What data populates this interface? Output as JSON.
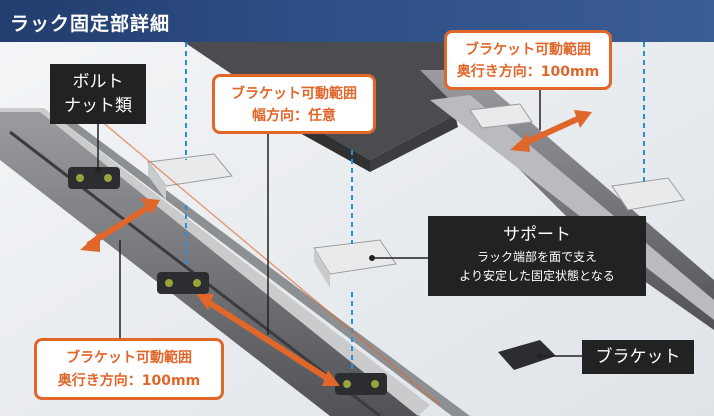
{
  "header": {
    "title": "ラック固定部詳細"
  },
  "labels": {
    "bolts_nuts": [
      "ボルト",
      "ナット類"
    ],
    "width_range": [
      "ブラケット可動範囲",
      "幅方向：任意"
    ],
    "depth_range_top": [
      "ブラケット可動範囲",
      "奥行き方向：100mm"
    ],
    "depth_range_bottom": [
      "ブラケット可動範囲",
      "奥行き方向：100mm"
    ],
    "support": {
      "title": "サポート",
      "desc": [
        "ラック端部を面で支え",
        "より安定した固定状態となる"
      ]
    },
    "bracket": "ブラケット"
  },
  "colors": {
    "header_bg": "#2a477c",
    "accent_orange": "#e0662a",
    "leader_blue": "#2a8fd8",
    "dark_label_bg": "#222222",
    "rail": "#6d6f72",
    "rack": "#4a4c4f"
  }
}
